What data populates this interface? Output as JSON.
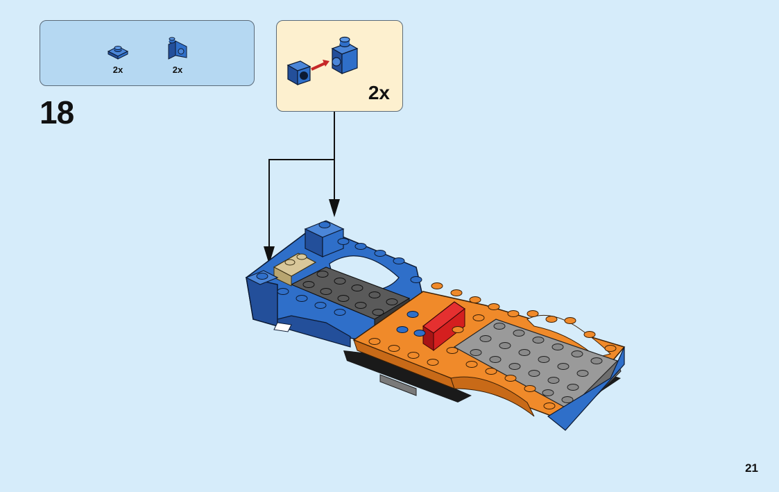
{
  "step": {
    "number": "18"
  },
  "parts_list": [
    {
      "icon": "blue-plate-1x1-icon",
      "qty": "2x"
    },
    {
      "icon": "blue-bracket-1x1-icon",
      "qty": "2x"
    }
  ],
  "subassembly": {
    "qty": "2x",
    "icon": "bracket-assembly-icon"
  },
  "page": {
    "number": "21"
  },
  "colors": {
    "background": "#d6ecfa",
    "parts_box": "#b5d8f2",
    "subassembly_box": "#fdf0cf",
    "blue_brick": "#2f6fc9",
    "orange_brick": "#f08a2a",
    "gray_plate": "#9a9a9a",
    "dark_gray_plate": "#5a5a5a",
    "tan_brick": "#d8c79a",
    "red_brick": "#d41f1f",
    "arrow": "#c62828"
  }
}
